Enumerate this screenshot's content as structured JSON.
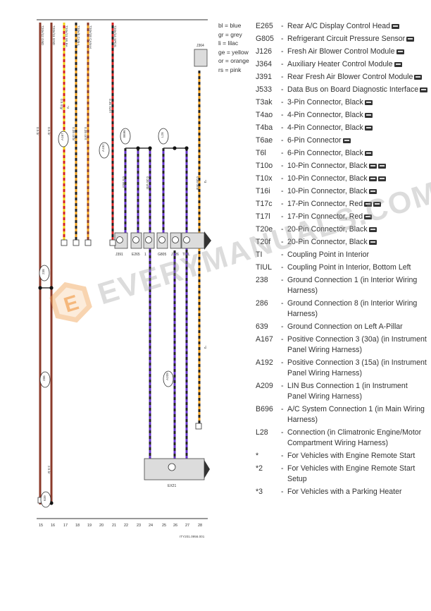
{
  "color_key": [
    {
      "abbr": "bl",
      "name": "blue"
    },
    {
      "abbr": "gr",
      "name": "grey"
    },
    {
      "abbr": "li",
      "name": "lilac"
    },
    {
      "abbr": "ge",
      "name": "yellow"
    },
    {
      "abbr": "or",
      "name": "orange"
    },
    {
      "abbr": "rs",
      "name": "pink"
    }
  ],
  "legend": [
    {
      "code": "E265",
      "desc": "Rear A/C Display Control Head",
      "icons": 1
    },
    {
      "code": "G805",
      "desc": "Refrigerant Circuit Pressure Sensor",
      "icons": 1
    },
    {
      "code": "J126",
      "desc": "Fresh Air Blower Control Module",
      "icons": 1
    },
    {
      "code": "J364",
      "desc": "Auxiliary Heater Control Module",
      "icons": 1
    },
    {
      "code": "J391",
      "desc": "Rear Fresh Air Blower Control Module",
      "icons": 1
    },
    {
      "code": "J533",
      "desc": "Data Bus on Board Diagnostic Interface",
      "icons": 1
    },
    {
      "code": "T3ak",
      "desc": "3-Pin Connector, Black",
      "icons": 1
    },
    {
      "code": "T4ao",
      "desc": "4-Pin Connector, Black",
      "icons": 1
    },
    {
      "code": "T4ba",
      "desc": "4-Pin Connector, Black",
      "icons": 1
    },
    {
      "code": "T6ae",
      "desc": "6-Pin Connector",
      "icons": 1
    },
    {
      "code": "T6l",
      "desc": "6-Pin Connector, Black",
      "icons": 1
    },
    {
      "code": "T10o",
      "desc": "10-Pin Connector, Black",
      "icons": 2
    },
    {
      "code": "T10x",
      "desc": "10-Pin Connector, Black",
      "icons": 2
    },
    {
      "code": "T16i",
      "desc": "10-Pin Connector, Black",
      "icons": 1
    },
    {
      "code": "T17c",
      "desc": "17-Pin Connector, Red",
      "icons": 2
    },
    {
      "code": "T17l",
      "desc": "17-Pin Connector, Red",
      "icons": 1
    },
    {
      "code": "T20e",
      "desc": "20-Pin Connector, Black",
      "icons": 1
    },
    {
      "code": "T20f",
      "desc": "20-Pin Connector, Black",
      "icons": 1
    },
    {
      "code": "TI",
      "desc": "Coupling Point in Interior",
      "icons": 0
    },
    {
      "code": "TIUL",
      "desc": "Coupling Point in Interior, Bottom Left",
      "icons": 0
    },
    {
      "code": "238",
      "desc": "Ground Connection 1 (in Interior Wiring Harness)",
      "icons": 0
    },
    {
      "code": "286",
      "desc": "Ground Connection 8 (in Interior Wiring Harness)",
      "icons": 0
    },
    {
      "code": "639",
      "desc": "Ground Connection on Left A-Pillar",
      "icons": 0
    },
    {
      "code": "A167",
      "desc": "Positive Connection 3 (30a) (in Instrument Panel Wiring Harness)",
      "icons": 0
    },
    {
      "code": "A192",
      "desc": "Positive Connection 3 (15a) (in Instrument Panel Wiring Harness)",
      "icons": 0
    },
    {
      "code": "A209",
      "desc": "LIN Bus Connection 1 (in Instrument Panel Wiring Harness)",
      "icons": 0
    },
    {
      "code": "B696",
      "desc": "A/C System Connection 1 (in Main Wiring Harness)",
      "icons": 0
    },
    {
      "code": "L28",
      "desc": "Connection (in Climatronic Engine/Motor Compartment Wiring Harness)",
      "icons": 0
    },
    {
      "code": "*",
      "desc": "For Vehicles with Engine Remote Start",
      "icons": 0
    },
    {
      "code": "*2",
      "desc": "For Vehicles with Engine Remote Start Setup",
      "icons": 0
    },
    {
      "code": "*3",
      "desc": "For Vehicles with a Parking Heater",
      "icons": 0
    }
  ],
  "diagram": {
    "top_labels": [
      "T20e/12 GND",
      "T20e/11 GND",
      "T20e/11 WLBA",
      "T20e/8 CAN-L",
      "T20e/18 CAN-H",
      "T20e/14 SPDS"
    ],
    "top_right_label": "J364",
    "components": [
      "J391",
      "E265",
      "1",
      "G805",
      "J126",
      "TIUL"
    ],
    "bottom_component": "EX21",
    "nodes": [
      "A167",
      "238",
      "286",
      "639",
      "A192",
      "B696",
      "L28",
      "A209"
    ],
    "column_numbers": [
      "15",
      "16",
      "17",
      "18",
      "19",
      "20",
      "21",
      "22",
      "23",
      "24",
      "25",
      "26",
      "27",
      "28"
    ],
    "wire_labels": [
      "0.5 br",
      "0.5 br",
      "0.5 rt/gr",
      "0.35 or/br",
      "0.35 or/rt",
      "0.35 sw/rt",
      "0.5 vi/bl",
      "0.35 vi/bl",
      "0.35 or/br",
      "2.5 br"
    ],
    "footnote_marks": [
      "*2",
      "*3",
      "*3"
    ],
    "doc_code": "ITY201.0956.001"
  },
  "watermark": "EVERYMANUALS.COM",
  "colors": {
    "wire_brown": "#8b3a2a",
    "wire_black": "#222222",
    "wire_violet": "#6633cc",
    "wire_orange": "#f0a020",
    "wire_red": "#d42020",
    "wire_yellow": "#f2d21a",
    "component_fill": "#dcdcdc",
    "node_fill": "#ffffff"
  }
}
